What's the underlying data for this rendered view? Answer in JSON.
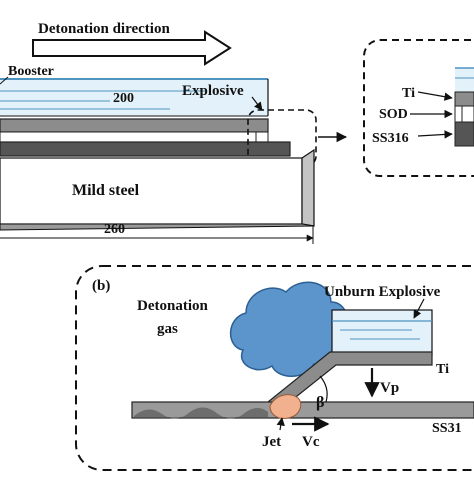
{
  "labels": {
    "detonation_direction": "Detonation direction",
    "booster": "Booster",
    "dim_200": "200",
    "explosive": "Explosive",
    "mild_steel": "Mild steel",
    "dim_260": "260",
    "ti": "Ti",
    "sod": "SOD",
    "ss316": "SS316",
    "panel_b": "(b)",
    "detonation": "Detonation",
    "gas": "gas",
    "unburn_explosive": "Unburn Explosive",
    "ti_b": "Ti",
    "vp": "Vp",
    "beta": "β",
    "ss31": "SS31",
    "jet": "Jet",
    "vc": "Vc"
  },
  "colors": {
    "explosive_fill": "#e3f2fa",
    "explosive_lines": "#4f93c0",
    "plate_gray": "#8c8c8c",
    "plate_light": "#c4c4c4",
    "plate_dark": "#3c3c3c",
    "gas_blue": "#5b95cc",
    "gas_edge": "#2c5f92",
    "jet_peach": "#f2b18e",
    "wave_gray": "#6d6d6d"
  }
}
